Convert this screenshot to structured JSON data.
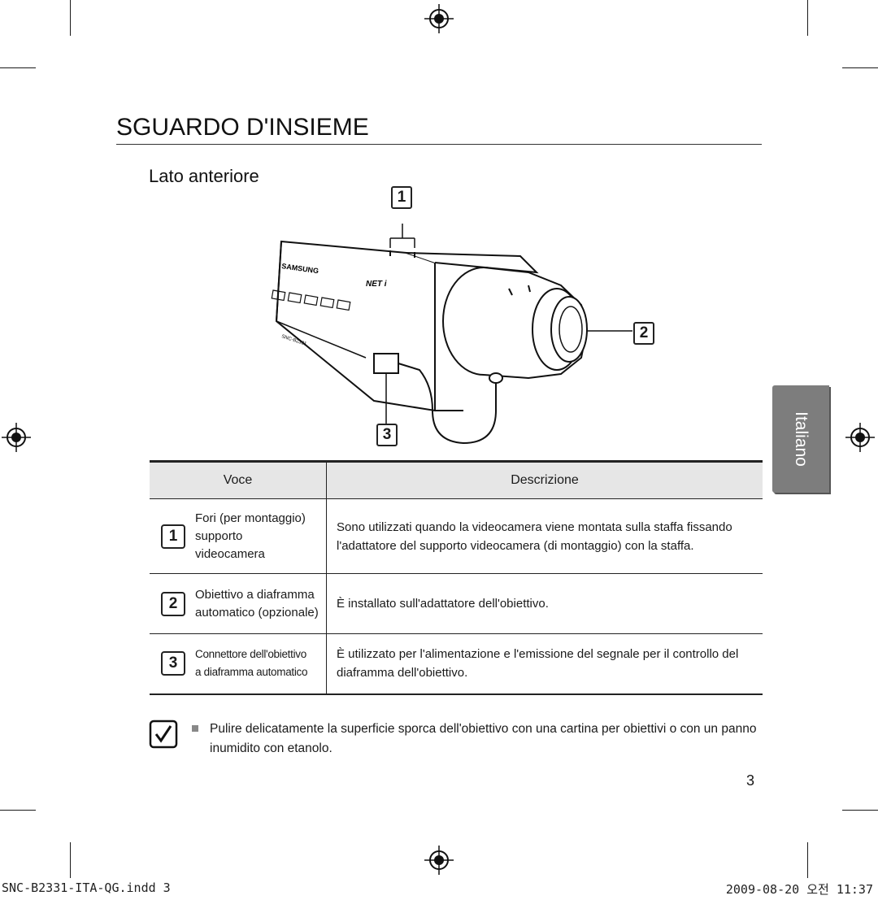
{
  "heading": "SGUARDO D'INSIEME",
  "subheading": "Lato anteriore",
  "figure": {
    "callouts": [
      "1",
      "2",
      "3"
    ],
    "camera_brand": "SAMSUNG",
    "camera_logo": "NET i",
    "camera_model": "SNC-B2331"
  },
  "language_tab": "Italiano",
  "table": {
    "headers": {
      "voce": "Voce",
      "descrizione": "Descrizione"
    },
    "rows": [
      {
        "num": "1",
        "voce_lines": [
          "Fori (per montaggio)",
          "supporto",
          "videocamera"
        ],
        "desc_lines": [
          "Sono utilizzati quando la videocamera viene montata sulla staffa fissando",
          "l'adattatore del supporto videocamera (di montaggio) con la staffa."
        ]
      },
      {
        "num": "2",
        "voce_lines": [
          "Obiettivo a diaframma",
          "automatico (opzionale)"
        ],
        "desc_lines": [
          "È installato sull'adattatore dell'obiettivo."
        ]
      },
      {
        "num": "3",
        "voce_lines": [
          "Connettore dell'obiettivo",
          "a diaframma automatico"
        ],
        "desc_lines": [
          "È utilizzato per l'alimentazione e l'emissione del segnale per il controllo del",
          "diaframma dell'obiettivo."
        ]
      }
    ]
  },
  "note": {
    "icon": "note-pencil-icon",
    "lines": [
      "Pulire delicatamente la superficie sporca dell'obiettivo con una cartina per obiettivi o con un panno",
      "inumidito con etanolo."
    ]
  },
  "page_number": "3",
  "slug": {
    "file": "SNC-B2331-ITA-QG.indd   3",
    "timestamp": "2009-08-20   오전 11:37"
  }
}
